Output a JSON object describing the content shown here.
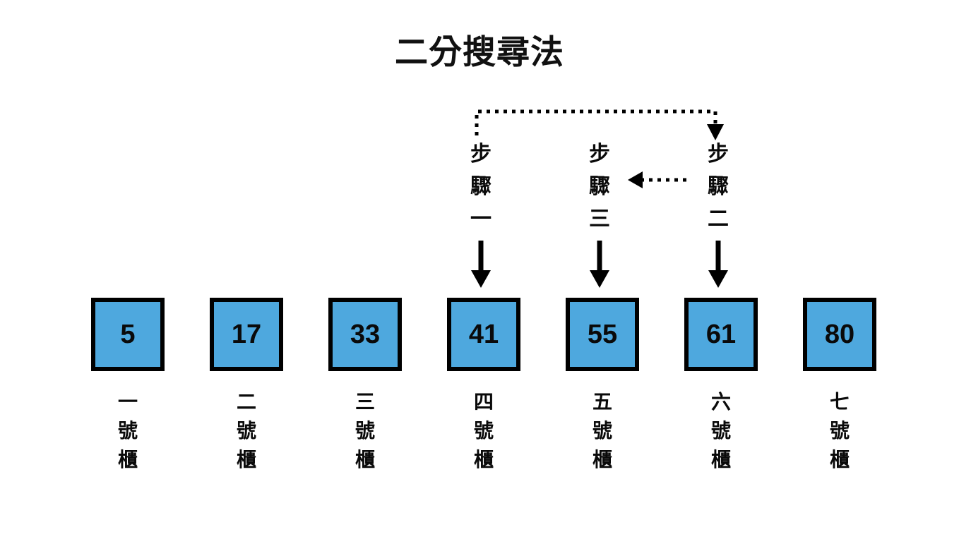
{
  "title": "二分搜尋法",
  "colors": {
    "box_fill": "#4EA8DE",
    "box_border": "#000000",
    "text": "#0A0A0A",
    "background": "#FFFFFF",
    "arrow": "#000000"
  },
  "cells": [
    {
      "value": "5",
      "label_chars": [
        "一",
        "號",
        "櫃"
      ],
      "label": "一號櫃"
    },
    {
      "value": "17",
      "label_chars": [
        "二",
        "號",
        "櫃"
      ],
      "label": "二號櫃"
    },
    {
      "value": "33",
      "label_chars": [
        "三",
        "號",
        "櫃"
      ],
      "label": "三號櫃"
    },
    {
      "value": "41",
      "label_chars": [
        "四",
        "號",
        "櫃"
      ],
      "label": "四號櫃"
    },
    {
      "value": "55",
      "label_chars": [
        "五",
        "號",
        "櫃"
      ],
      "label": "五號櫃"
    },
    {
      "value": "61",
      "label_chars": [
        "六",
        "號",
        "櫃"
      ],
      "label": "六號櫃"
    },
    {
      "value": "80",
      "label_chars": [
        "七",
        "號",
        "櫃"
      ],
      "label": "七號櫃"
    }
  ],
  "steps": [
    {
      "id": "step-1",
      "chars": [
        "步",
        "驟",
        "一"
      ],
      "text": "步驟一",
      "target_cell_value": "41"
    },
    {
      "id": "step-3",
      "chars": [
        "步",
        "驟",
        "三"
      ],
      "text": "步驟三",
      "target_cell_value": "55"
    },
    {
      "id": "step-2",
      "chars": [
        "步",
        "驟",
        "二"
      ],
      "text": "步驟二",
      "target_cell_value": "61"
    }
  ],
  "arrows": {
    "step1_to_step2": {
      "style": "dotted",
      "from": "步驟一",
      "to": "步驟二",
      "direction": "over-the-top"
    },
    "step2_to_step3": {
      "style": "dotted",
      "from": "步驟二",
      "to": "步驟三",
      "direction": "left"
    },
    "step_to_cell": {
      "style": "solid",
      "direction": "down",
      "count": 3
    }
  }
}
